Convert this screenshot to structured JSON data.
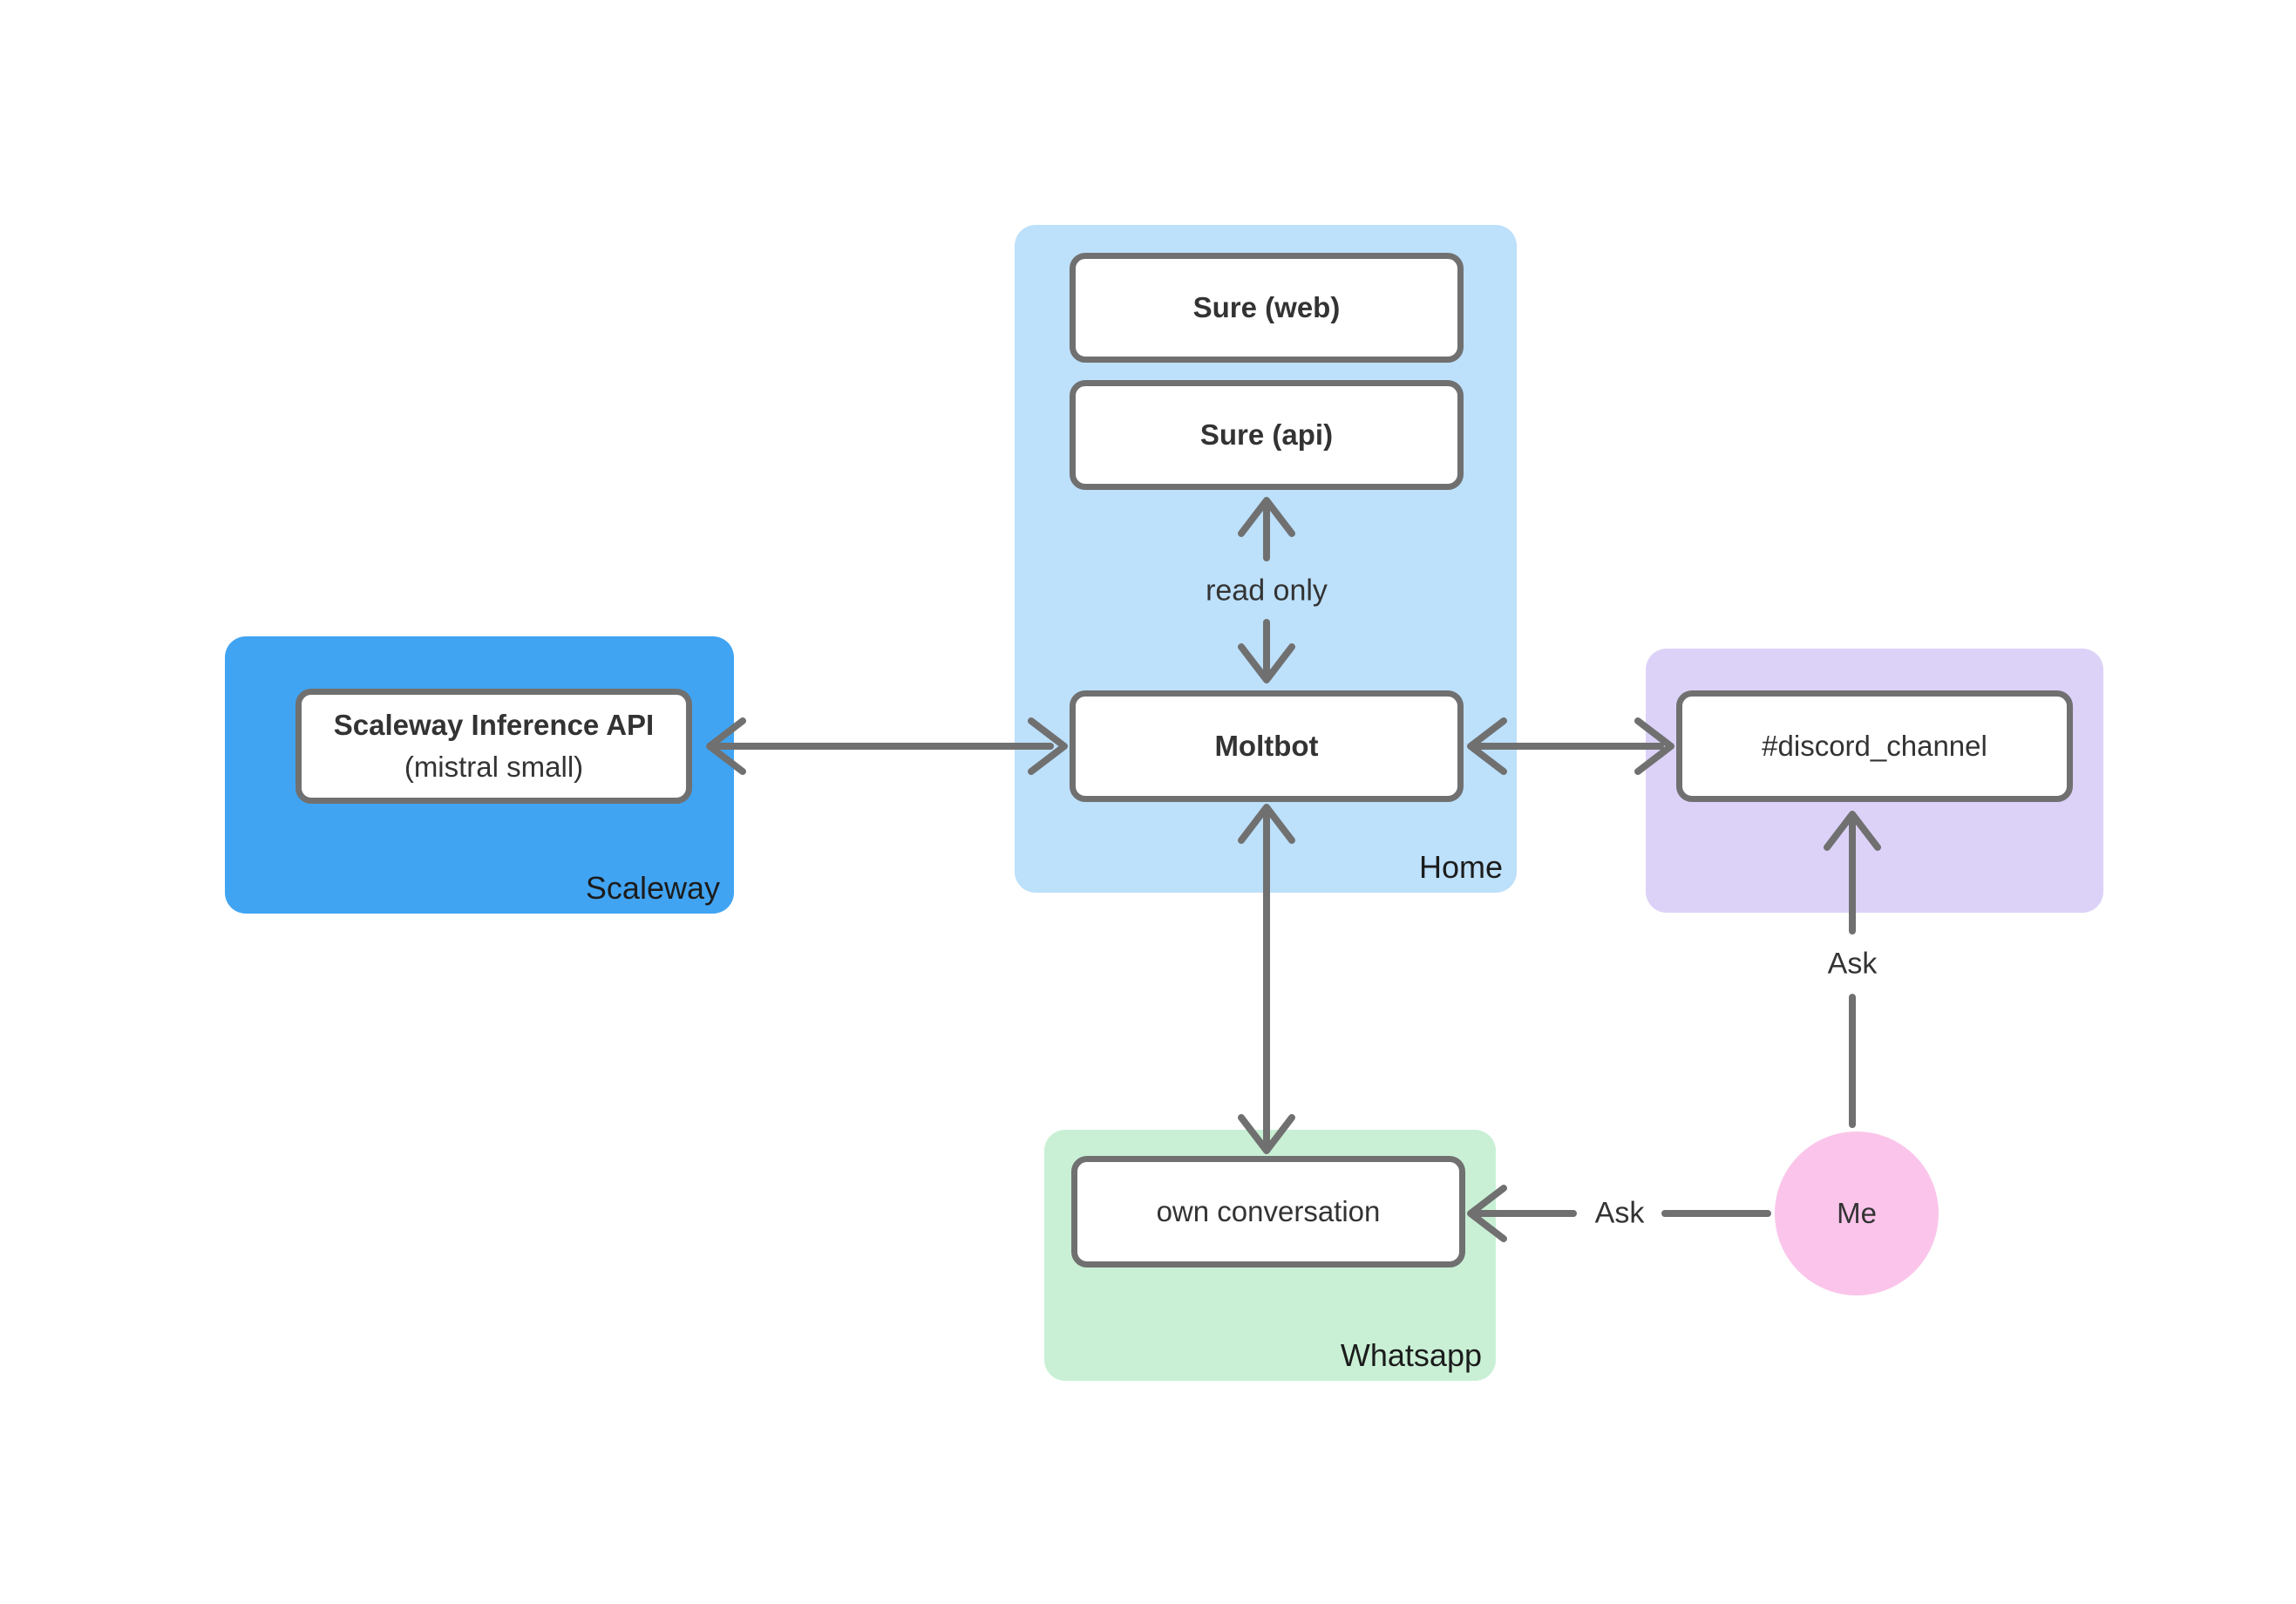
{
  "diagram": {
    "containers": {
      "home": {
        "label": "Home"
      },
      "scaleway": {
        "label": "Scaleway"
      },
      "whatsapp": {
        "label": "Whatsapp"
      }
    },
    "nodes": {
      "sure_web": {
        "label": "Sure (web)"
      },
      "sure_api": {
        "label": "Sure (api)"
      },
      "moltbot": {
        "label": "Moltbot"
      },
      "scaleway_api": {
        "title": "Scaleway Inference API",
        "subtitle": "(mistral small)"
      },
      "discord_channel": {
        "label": "#discord_channel"
      },
      "own_conversation": {
        "label": "own conversation"
      },
      "me": {
        "label": "Me"
      }
    },
    "edge_labels": {
      "read_only": "read only",
      "ask_discord": "Ask",
      "ask_whatsapp": "Ask"
    },
    "colors": {
      "home_bg": "#bde0fb",
      "scaleway_bg": "#41a4f2",
      "discord_bg": "#dcd2f8",
      "whatsapp_bg": "#c9f0d5",
      "me_bg": "#fbc5eb",
      "node_bg": "#ffffff",
      "node_border": "#707070",
      "arrow": "#707070",
      "text": "#333333"
    }
  }
}
